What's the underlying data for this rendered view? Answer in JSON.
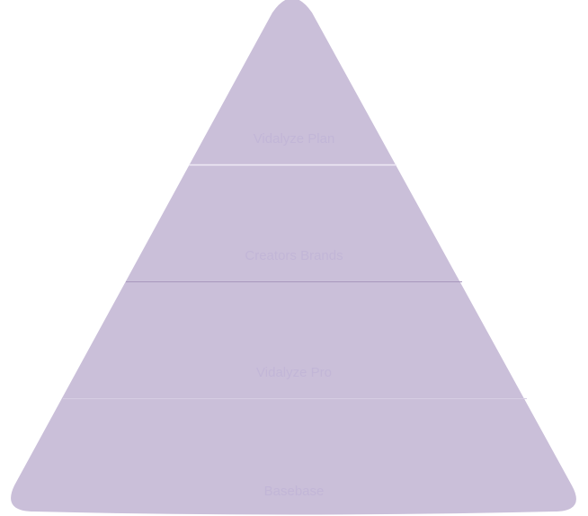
{
  "colors": {
    "fill": "#cabfd9",
    "label": "#c2b6d7",
    "divider_light": "#efeaf6",
    "divider_dark": "#a898bd"
  },
  "tiers": [
    {
      "label": "Vidalyze Plan"
    },
    {
      "label": "Creators Brands"
    },
    {
      "label": "Vidalyze Pro"
    },
    {
      "label": "Basebase"
    }
  ]
}
